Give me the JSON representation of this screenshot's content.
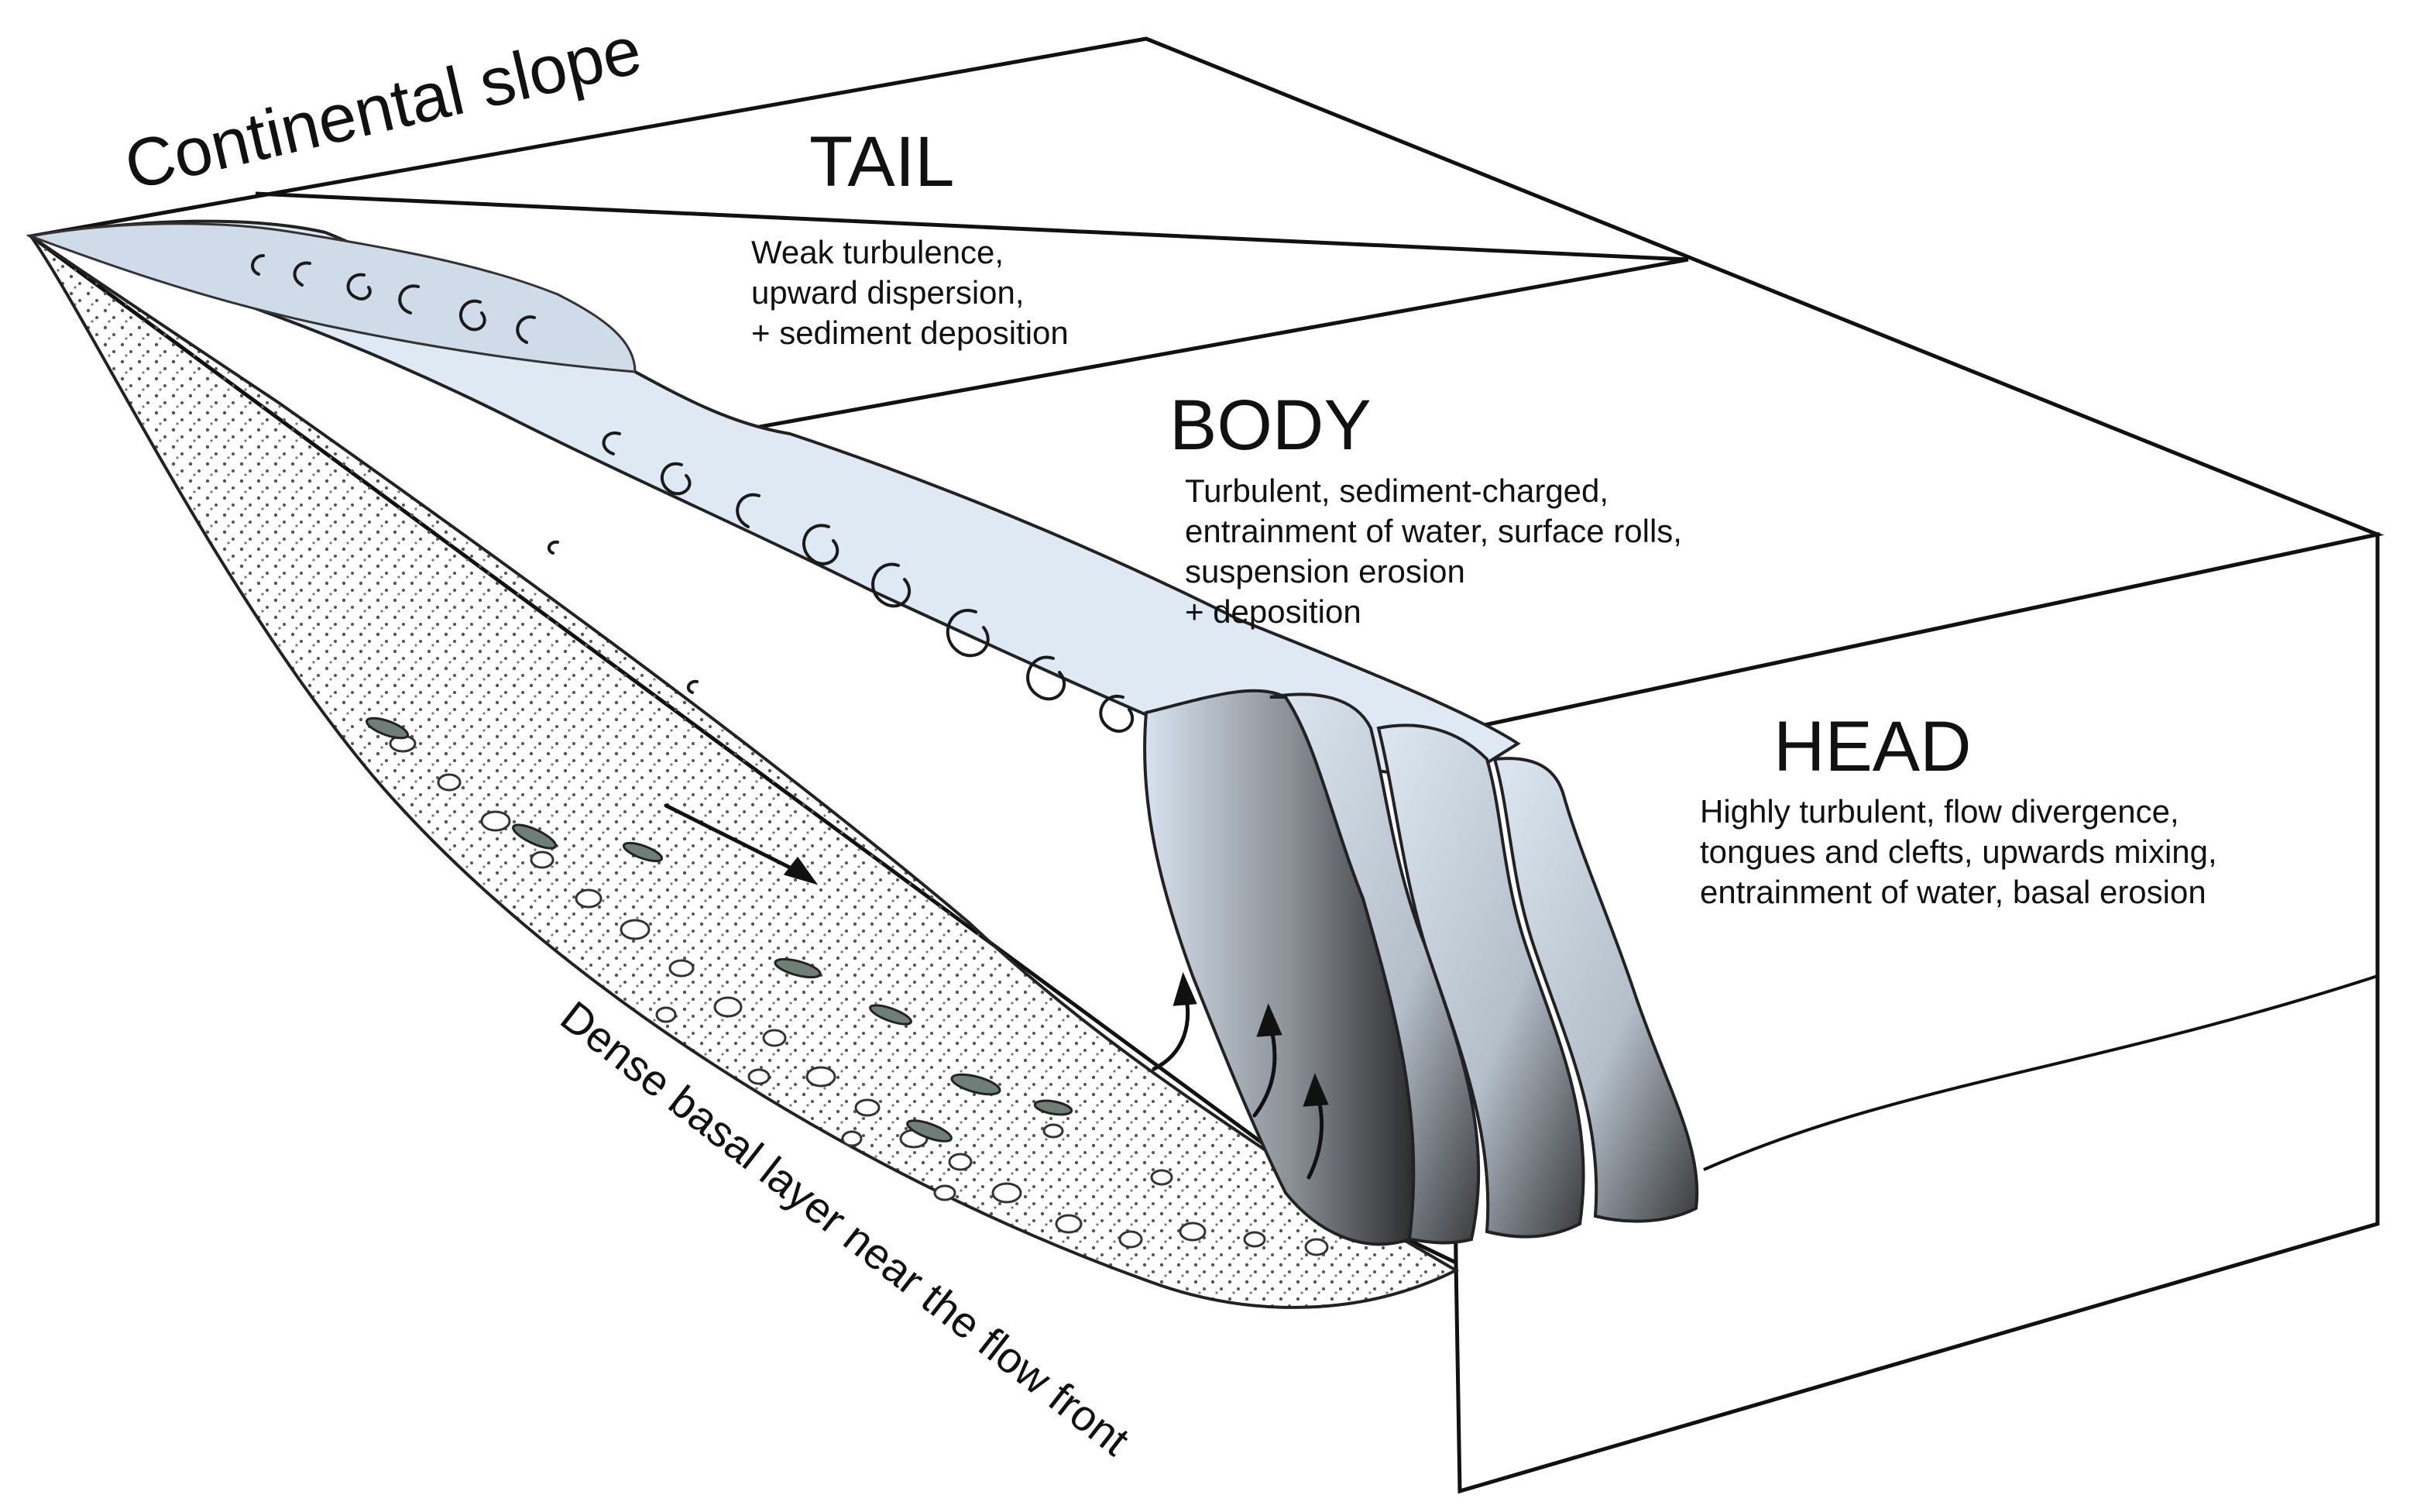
{
  "labels": {
    "continental_slope": "Continental slope",
    "dense_basal_layer": "Dense basal layer near the flow front"
  },
  "tail": {
    "title": "TAIL",
    "lines": [
      "Weak turbulence,",
      "upward dispersion,",
      "+ sediment deposition"
    ]
  },
  "body": {
    "title": "BODY",
    "lines": [
      "Turbulent, sediment-charged,",
      "entrainment of water, surface rolls,",
      "suspension erosion",
      "+ deposition"
    ]
  },
  "head": {
    "title": "HEAD",
    "lines": [
      "Highly turbulent, flow divergence,",
      "tongues and clefts, upwards mixing,",
      "entrainment of water, basal erosion"
    ]
  }
}
